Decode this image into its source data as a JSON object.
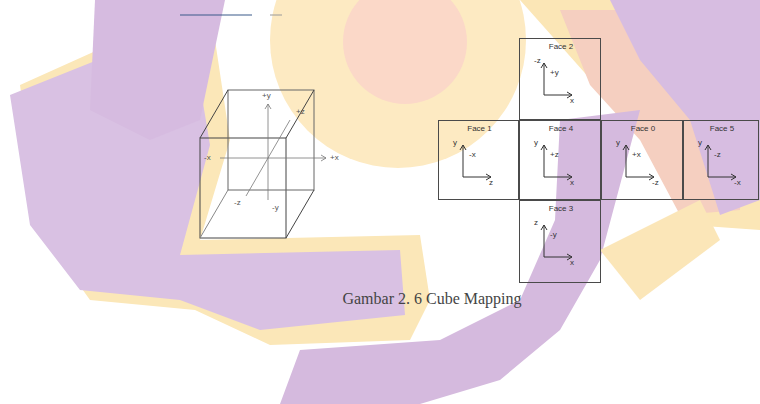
{
  "diagram": {
    "caption": "Gambar 2. 6 Cube Mapping",
    "nodes": [
      {
        "text": [
          "Face 2",
          "-z",
          "+y",
          "x"
        ]
      },
      {
        "text": [
          "Face 1",
          "y",
          "-x",
          "z"
        ]
      },
      {
        "text": [
          "Face 4",
          "y",
          "+z",
          "x"
        ]
      },
      {
        "text": [
          "Face 0",
          "y",
          "+x",
          "-z"
        ]
      },
      {
        "text": [
          "Face 5",
          "y",
          "-z",
          "-x"
        ]
      },
      {
        "text": [
          "Face 3",
          "z",
          "-y",
          "x"
        ]
      }
    ],
    "labels": [
      "+y",
      "+z",
      "-x",
      "+x",
      "-z",
      "-y"
    ]
  }
}
